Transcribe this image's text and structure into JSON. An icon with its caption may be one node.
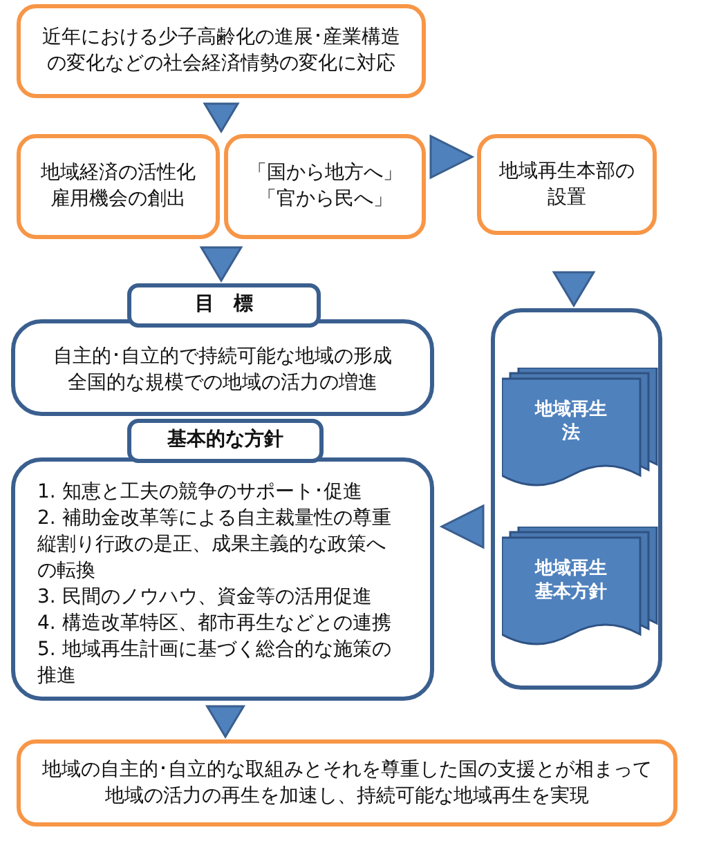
{
  "diagram": {
    "nodes": [
      {
        "text": [
          "近年における少子高齢化の進展･産業構造の変化などの社会経済情勢の変化に対応"
        ]
      },
      {
        "text": [
          "地域経済の活性化",
          "雇用機会の創出"
        ]
      },
      {
        "text": [
          "「国から地方へ」",
          "「官から民へ」"
        ]
      },
      {
        "text": [
          "地域再生本部の設置"
        ]
      },
      {
        "text": [
          "目　標",
          "自主的･自立的で持続可能な地域の形成",
          "全国的な規模での地域の活力の増進"
        ]
      },
      {
        "text": [
          "基本的な方針",
          "1. 知恵と工夫の競争のサポート･促進",
          "2. 補助金改革等による自主裁量性の尊重縦割り行政の是正、成果主義的な政策への転換",
          "3. 民間のノウハウ、資金等の活用促進",
          "4. 構造改革特区、都市再生などとの連携",
          "5. 地域再生計画に基づく総合的な施策の推進"
        ]
      },
      {
        "text": [],
        "shape": "box"
      },
      {
        "text": [
          "地域再生法"
        ],
        "in": 6
      },
      {
        "text": [
          "地域再生基本方針"
        ],
        "in": 6
      },
      {
        "text": [
          "地域の自主的･自立的な取組みとそれを尊重した国の支援とが相まって地域の活力の再生を加速し、持続可能な地域再生を実現"
        ]
      }
    ],
    "edges": [
      {
        "from": 0,
        "to": 1,
        "arrow": "to"
      },
      {
        "from": 0,
        "to": 2,
        "arrow": "to"
      },
      {
        "from": 1,
        "to": 4,
        "arrow": "to"
      },
      {
        "from": 2,
        "to": 4,
        "arrow": "to"
      },
      {
        "from": 2,
        "to": 3,
        "arrow": "to"
      },
      {
        "from": 3,
        "to": 6,
        "arrow": "to"
      },
      {
        "from": 6,
        "to": 5,
        "arrow": "to"
      },
      {
        "from": 5,
        "to": 9,
        "arrow": "to"
      }
    ]
  }
}
